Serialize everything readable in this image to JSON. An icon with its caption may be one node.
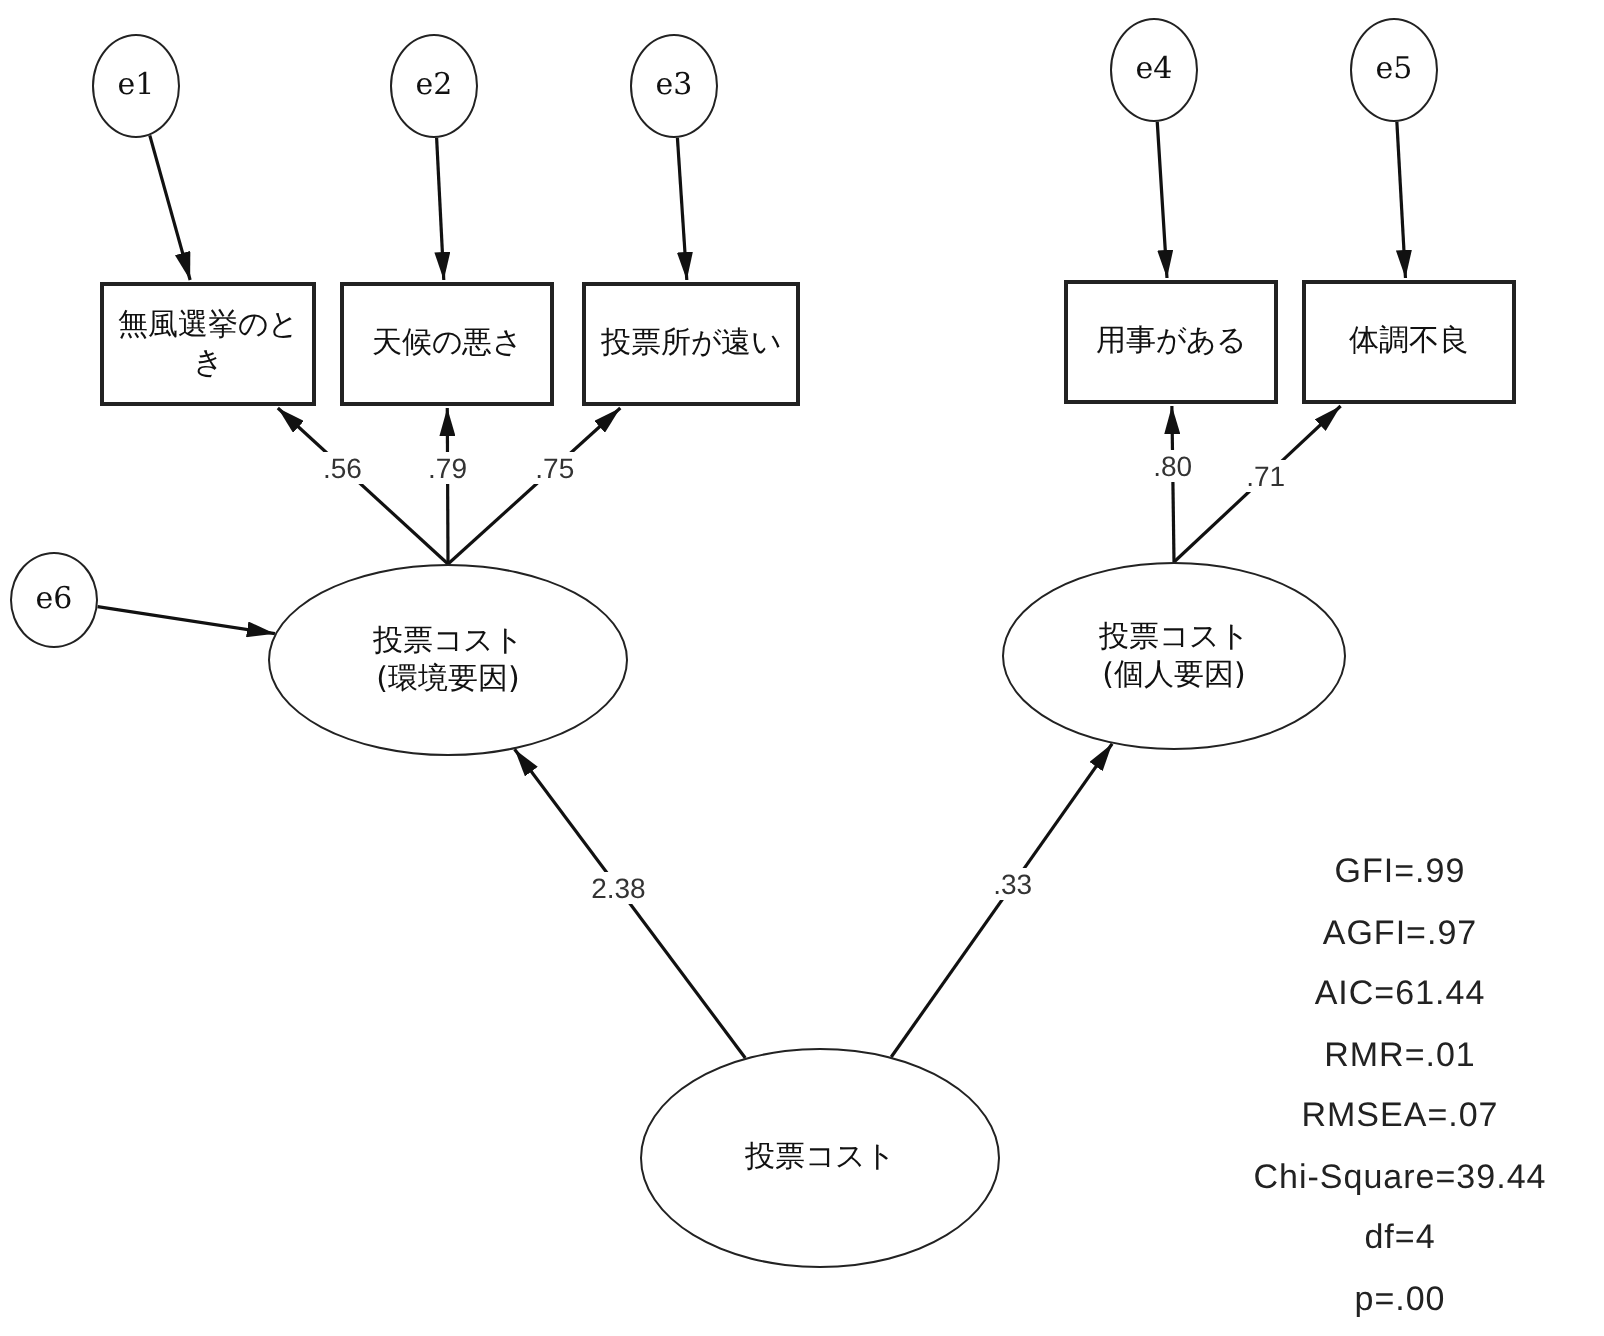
{
  "diagram": {
    "nodes": [
      {
        "text": [
          "e1"
        ]
      },
      {
        "text": [
          "e2"
        ]
      },
      {
        "text": [
          "e3"
        ]
      },
      {
        "text": [
          "e4"
        ]
      },
      {
        "text": [
          "e5"
        ]
      },
      {
        "text": [
          "無風選挙のとき"
        ]
      },
      {
        "text": [
          "天候の悪さ"
        ]
      },
      {
        "text": [
          "投票所が遠い"
        ]
      },
      {
        "text": [
          "用事がある"
        ]
      },
      {
        "text": [
          "体調不良"
        ]
      },
      {
        "text": [
          "e6"
        ]
      },
      {
        "text": [
          "投票コスト(環境要因)"
        ]
      },
      {
        "text": [
          "投票コスト(個人要因)"
        ]
      },
      {
        "text": [
          "投票コスト"
        ]
      }
    ],
    "edges": [
      {
        "from": 0,
        "to": 5,
        "arrow": "to"
      },
      {
        "from": 1,
        "to": 6,
        "arrow": "to"
      },
      {
        "from": 2,
        "to": 7,
        "arrow": "to"
      },
      {
        "from": 3,
        "to": 8,
        "arrow": "to"
      },
      {
        "from": 4,
        "to": 9,
        "arrow": "to"
      },
      {
        "from": 11,
        "to": 5,
        "arrow": "to",
        "label": ".56"
      },
      {
        "from": 11,
        "to": 6,
        "arrow": "to",
        "label": ".79"
      },
      {
        "from": 11,
        "to": 7,
        "arrow": "to",
        "label": ".75"
      },
      {
        "from": 12,
        "to": 8,
        "arrow": "to",
        "label": ".80"
      },
      {
        "from": 12,
        "to": 9,
        "arrow": "to",
        "label": ".71"
      },
      {
        "from": 10,
        "to": 11,
        "arrow": "to"
      },
      {
        "from": 13,
        "to": 11,
        "arrow": "to",
        "label": "2.38"
      },
      {
        "from": 13,
        "to": 12,
        "arrow": "to",
        "label": ".33"
      }
    ],
    "labels": [
      "GFI=.99",
      "AGFI=.97",
      "AIC=61.44",
      "RMR=.01",
      "RMSEA=.07",
      "Chi-Square=39.44",
      "df=4",
      "p=.00"
    ]
  }
}
